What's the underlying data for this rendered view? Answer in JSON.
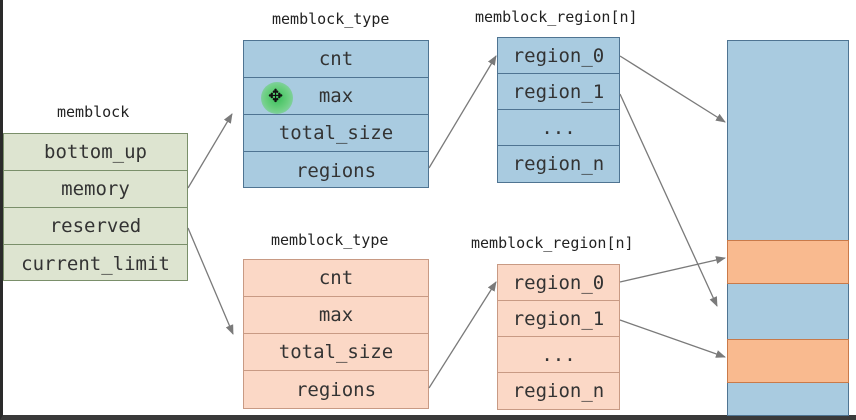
{
  "memblock": {
    "title": "memblock",
    "fields": [
      "bottom_up",
      "memory",
      "reserved",
      "current_limit"
    ]
  },
  "memory_type": {
    "title": "memblock_type",
    "fields": [
      "cnt",
      "max",
      "total_size",
      "regions"
    ]
  },
  "memory_regions": {
    "title": "memblock_region[n]",
    "fields": [
      "region_0",
      "region_1",
      "...",
      "region_n"
    ]
  },
  "reserved_type": {
    "title": "memblock_type",
    "fields": [
      "cnt",
      "max",
      "total_size",
      "regions"
    ]
  },
  "reserved_regions": {
    "title": "memblock_region[n]",
    "fields": [
      "region_0",
      "region_1",
      "...",
      "region_n"
    ]
  },
  "colors": {
    "memblock_fill": "#dde4d0",
    "memory_fill": "#a9cbe0",
    "reserved_fill": "#fbd8c6",
    "reserved_block_fill": "#f9ba8f",
    "arrow": "#7a7a7a"
  },
  "icons": {
    "cursor": "move-cursor-icon"
  }
}
